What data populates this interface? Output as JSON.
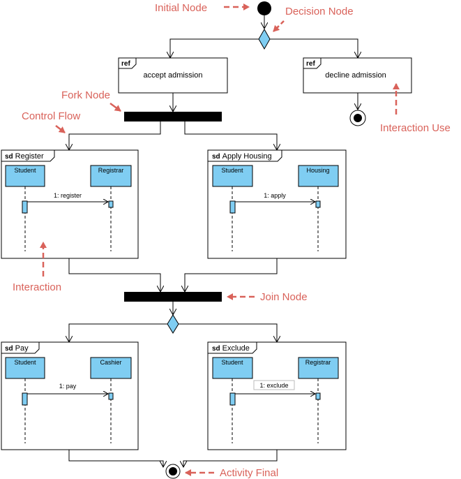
{
  "annotations": {
    "initial_node": "Initial Node",
    "decision_node": "Decision Node",
    "fork_node": "Fork Node",
    "control_flow": "Control Flow",
    "interaction_use": "Interaction Use",
    "interaction": "Interaction",
    "join_node": "Join Node",
    "activity_final": "Activity Final"
  },
  "refs": {
    "accept": {
      "keyword": "ref",
      "label": "accept admission"
    },
    "decline": {
      "keyword": "ref",
      "label": "decline admission"
    }
  },
  "frames": {
    "register": {
      "keyword": "sd",
      "title": "Register",
      "lifeline_left": "Student",
      "lifeline_right": "Registrar",
      "message": "1: register"
    },
    "housing": {
      "keyword": "sd",
      "title": "Apply Housing",
      "lifeline_left": "Student",
      "lifeline_right": "Housing",
      "message": "1: apply"
    },
    "pay": {
      "keyword": "sd",
      "title": "Pay",
      "lifeline_left": "Student",
      "lifeline_right": "Cashier",
      "message": "1: pay"
    },
    "exclude": {
      "keyword": "sd",
      "title": "Exclude",
      "lifeline_left": "Student",
      "lifeline_right": "Registrar",
      "message": "1: exclude"
    }
  },
  "colors": {
    "annotation": "#d9625a",
    "lifeline_fill": "#7fcdf2",
    "decision_fill": "#7fcdf2",
    "bar": "#000000"
  }
}
